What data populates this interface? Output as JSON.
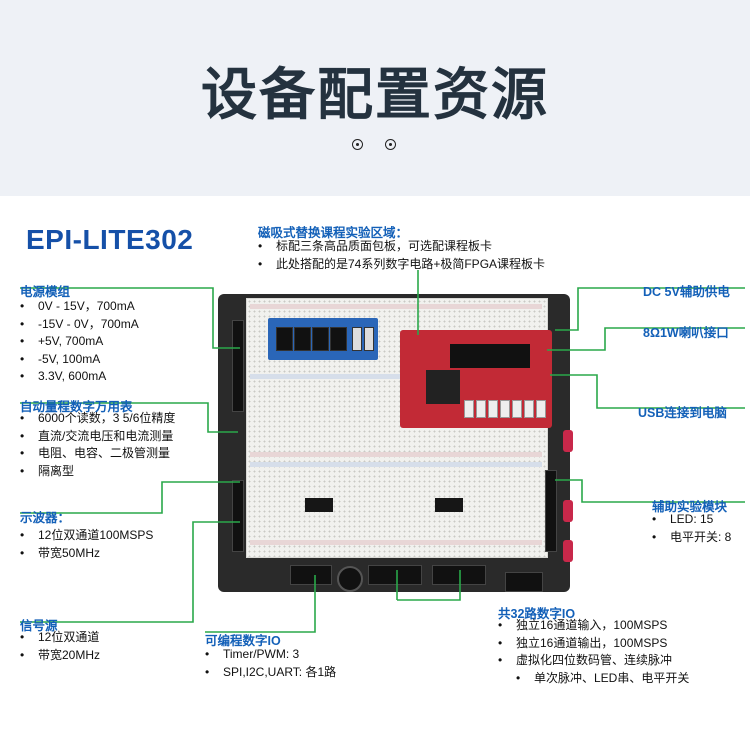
{
  "page_title": "设备配置资源",
  "product_name": "EPI-LITE302",
  "callouts": {
    "magnetic": {
      "heading": "磁吸式替换课程实验区域：",
      "items": [
        "标配三条高品质面包板，可选配课程板卡",
        "此处搭配的是74系列数字电路+极简FPGA课程板卡"
      ]
    },
    "power": {
      "heading": "电源模组",
      "items": [
        "0V - 15V，700mA",
        "-15V - 0V，700mA",
        "+5V, 700mA",
        "-5V, 100mA",
        "3.3V, 600mA"
      ]
    },
    "multimeter": {
      "heading": "自动量程数字万用表",
      "items": [
        "6000个读数，3 5/6位精度",
        "直流/交流电压和电流测量",
        "电阻、电容、二极管测量",
        "隔离型"
      ]
    },
    "oscilloscope": {
      "heading": "示波器：",
      "items": [
        "12位双通道100MSPS",
        "带宽50MHz"
      ]
    },
    "signal": {
      "heading": "信号源",
      "items": [
        "12位双通道",
        "带宽20MHz"
      ]
    },
    "prog_io": {
      "heading": "可编程数字IO",
      "items": [
        "Timer/PWM: 3",
        "SPI,I2C,UART: 各1路"
      ]
    },
    "digital32": {
      "heading": "共32路数字IO",
      "items": [
        "独立16通道输入，100MSPS",
        "独立16通道输出，100MSPS",
        "虚拟化四位数码管、连续脉冲",
        "单次脉冲、LED串、电平开关"
      ],
      "indent_last": true
    },
    "dc5v": {
      "heading": "DC 5V辅助供电"
    },
    "speaker": {
      "heading": "8Ω1W喇叭接口"
    },
    "usb": {
      "heading": "USB连接到电脑"
    },
    "aux": {
      "heading": "辅助实验模块",
      "items": [
        "LED: 15",
        "电平开关: 8"
      ]
    }
  },
  "colors": {
    "accent": "#1360b8",
    "title": "#24323f",
    "leader": "#2aa84a",
    "hero_bg": "#eef1f6"
  }
}
